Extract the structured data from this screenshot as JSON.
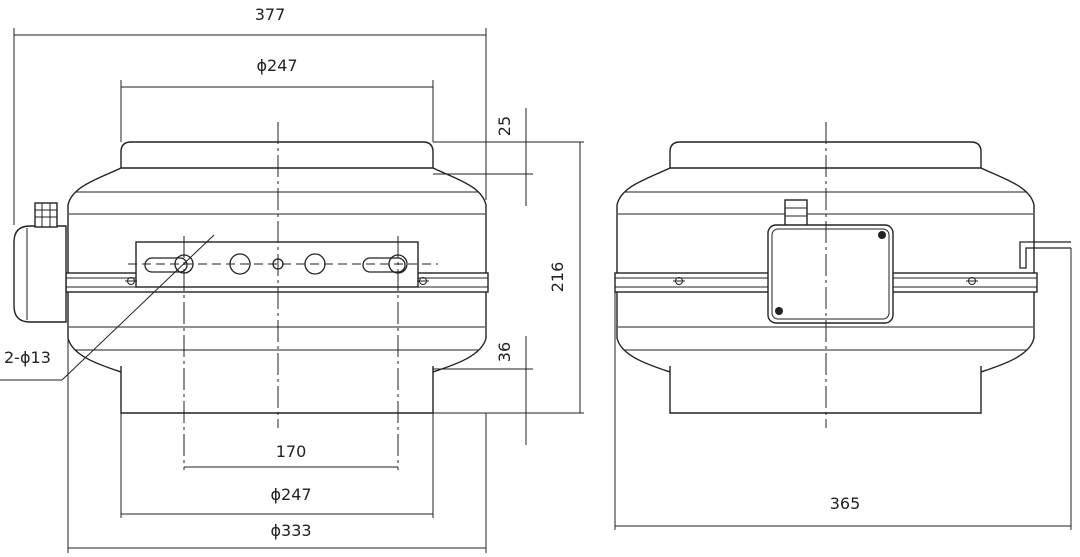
{
  "front_view": {
    "dims": {
      "overall_width": "377",
      "inlet_diameter_top": "ϕ247",
      "top_collar": "25",
      "overall_height": "216",
      "bottom_collar": "36",
      "bracket_holes": "2-ϕ13",
      "hole_spacing": "170",
      "outlet_diameter_bottom": "ϕ247",
      "body_diameter": "ϕ333"
    }
  },
  "side_view": {
    "dims": {
      "overall_width": "365"
    }
  }
}
